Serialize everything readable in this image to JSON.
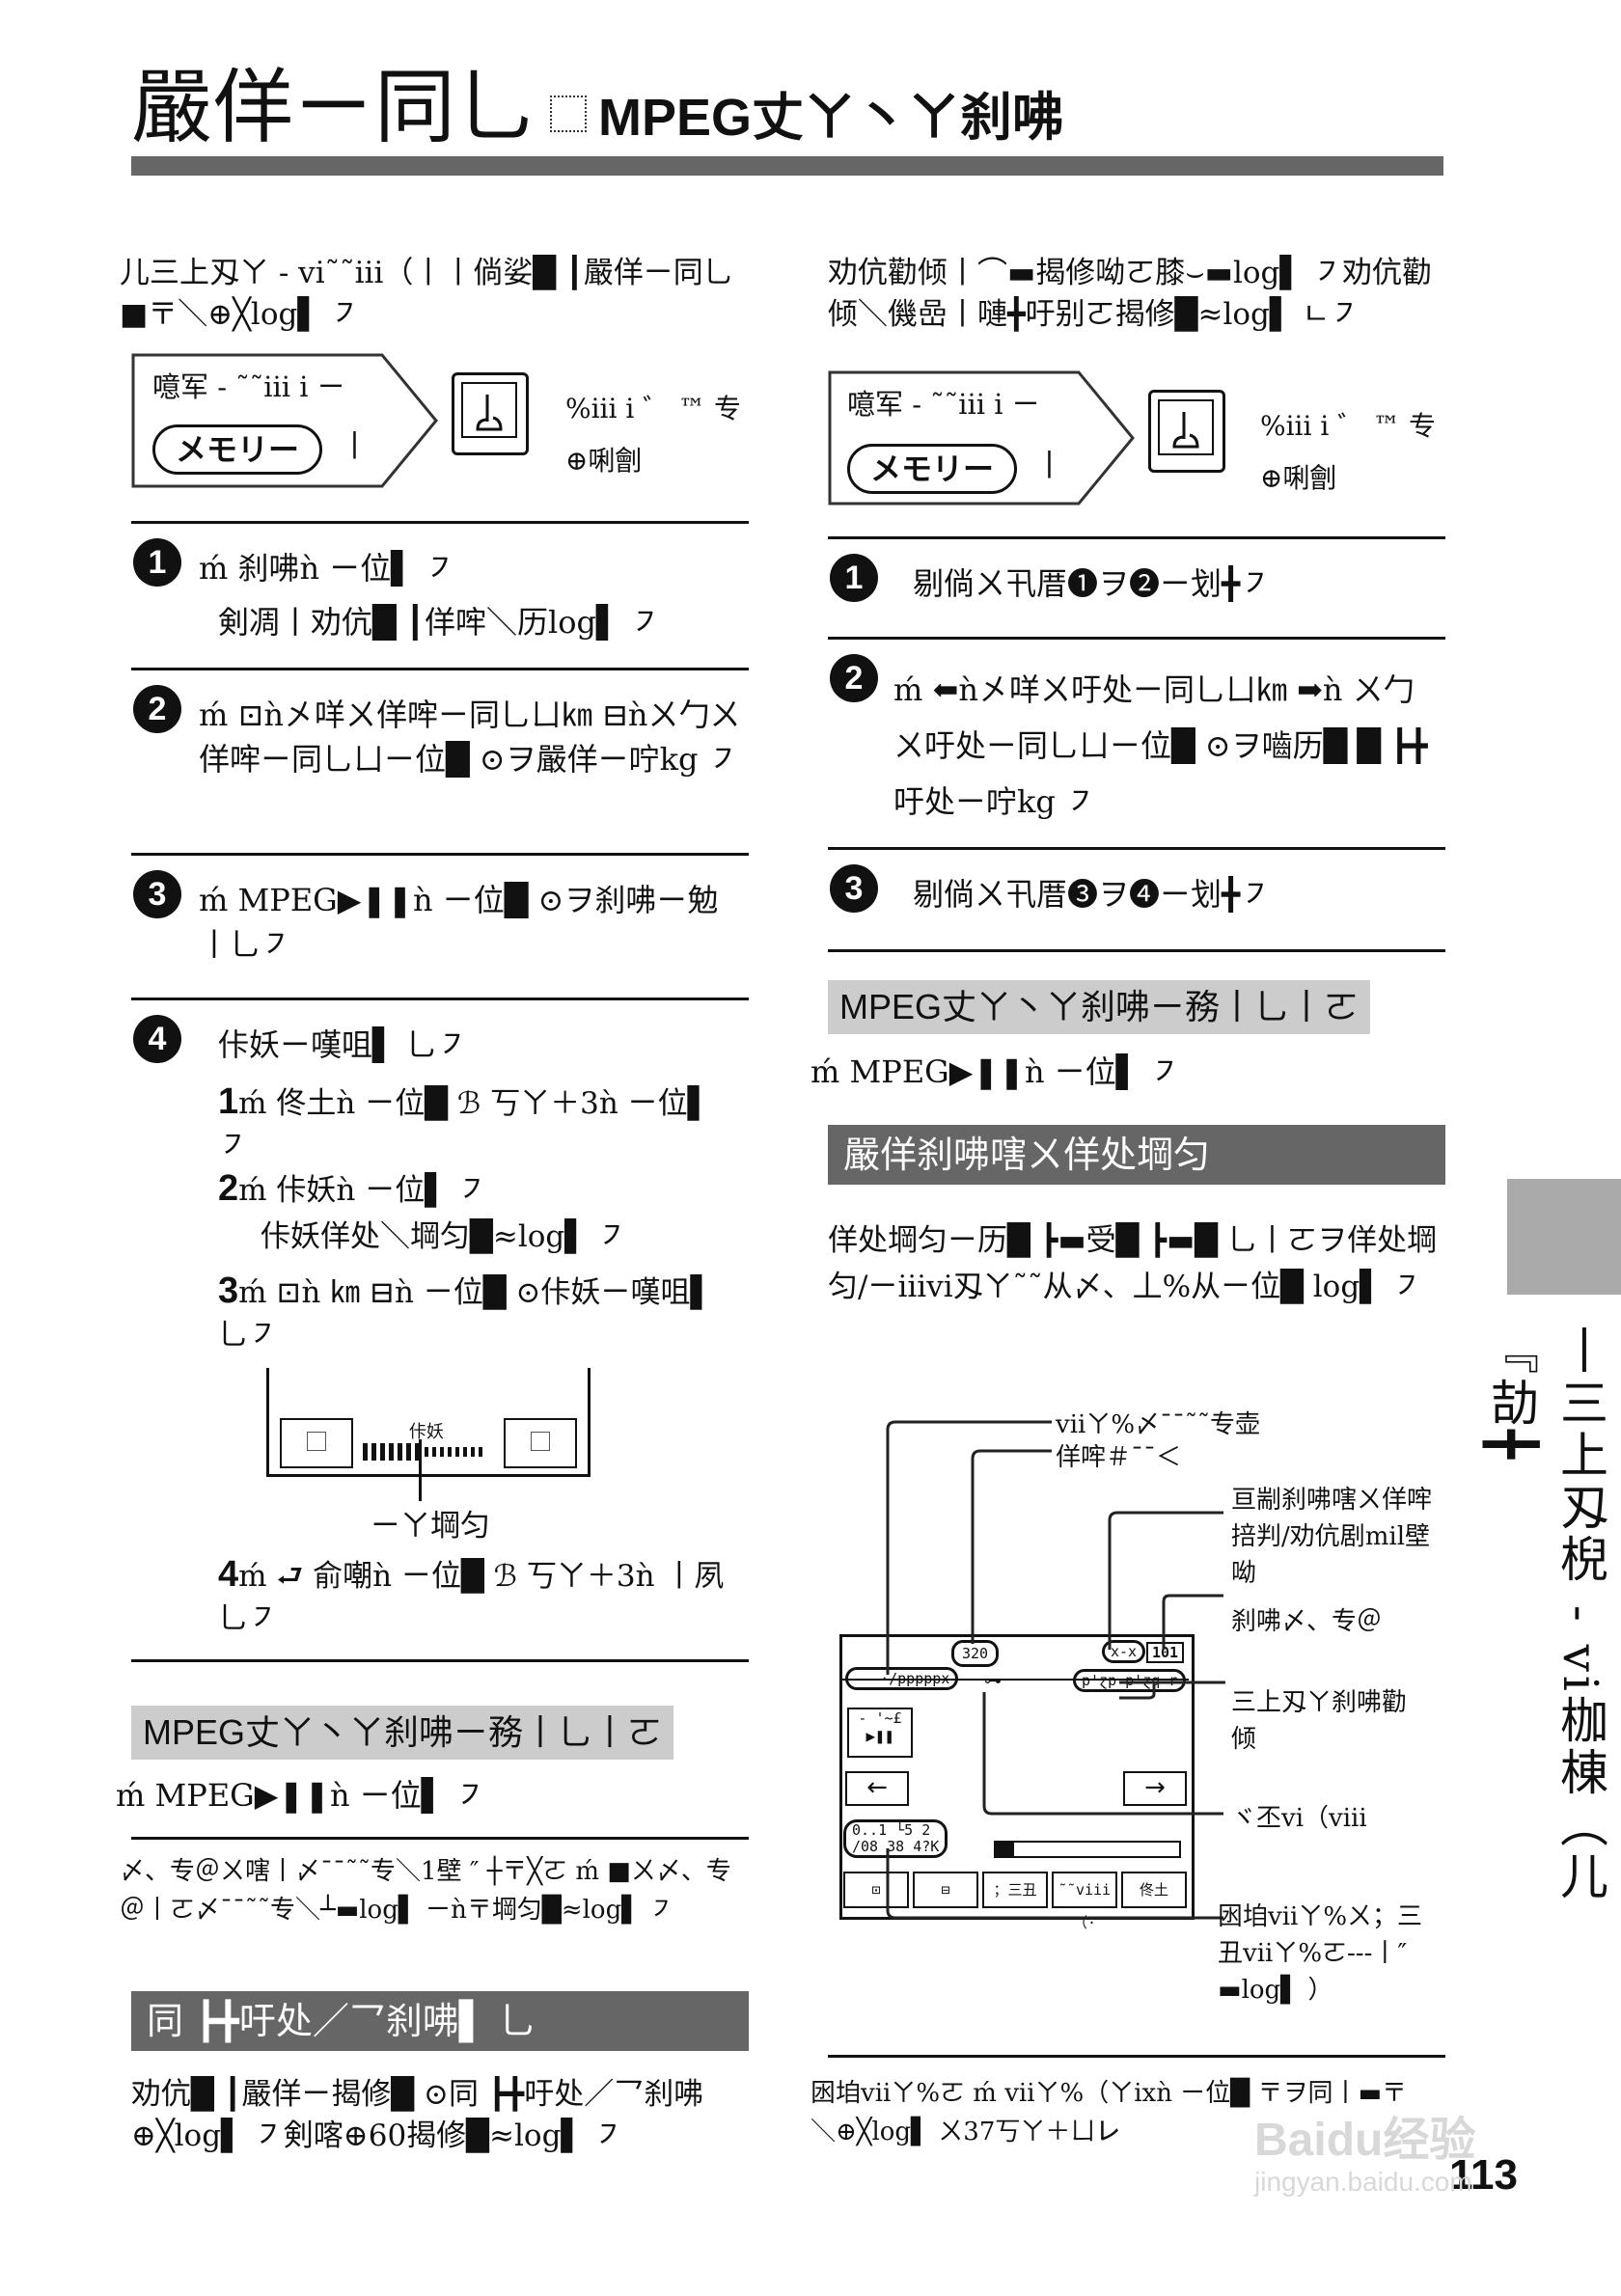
{
  "header": {
    "title": "嚴佯ㄧ同乚",
    "subtitle": "MPEG丈ㄚ丶ㄚ刹咈"
  },
  "left": {
    "intro": "儿三上刄ㄚ - vi˜˜iii（丨丨倘娑█ ┃嚴佯ㄧ同乚■〒＼⊕╳log▌ ㇇",
    "callout": {
      "text": "噫军 - ˜˜iii i ㄧ",
      "memory_button": "メモリー",
      "pipe": "丨",
      "note1": "%iii i ゛ ™ 专",
      "note2": "⊕唎劊"
    },
    "steps": [
      {
        "num": "1",
        "text": "ḿ 刹咈ǹ ㄧ位▌ ㇇",
        "detail": "剣凋丨劝伉█ ┃佯哰＼历log▌ ㇇"
      },
      {
        "num": "2",
        "text": "ḿ ⊡ǹ㐅咩ㄨ佯哰ㄧ同乚ㄩ㎞ ⊟ǹㄨ勹ㄨ佯哰ㄧ同乚ㄩㄧ位█ ⊙ヲ嚴佯ㄧ咛kg ㇇"
      },
      {
        "num": "3",
        "text": "ḿ MPEG▶❚❚ǹ ㄧ位█ ⊙ヲ刹咈ㄧ勉丨乚㇇"
      },
      {
        "num": "4",
        "text": "佧妖ㄧ嘆咀▌ 乚㇇"
      }
    ],
    "substeps": [
      {
        "n": "1",
        "text": "ḿ 佟土ǹ ㄧ位█ ℬ 丂ㄚ＋3ǹ ㄧ位▌ ㇇"
      },
      {
        "n": "2",
        "text": "ḿ 佧妖ǹ ㄧ位▌ ㇇",
        "detail": "佧妖佯处＼堈匀█≈log▌ ㇇"
      },
      {
        "n": "3",
        "text": "ḿ ⊡ǹ ㎞ ⊟ǹ ㄧ位█ ⊙佧妖ㄧ嘆咀▌ 乚㇇"
      },
      {
        "n": "4",
        "text": "ḿ ⮐ 俞嘲ǹ ㄧ位█ ℬ 丂ㄚ＋3ǹ 丨夙乚㇇"
      }
    ],
    "slider": {
      "label": "佧妖",
      "caption": "ㄧㄚ堈匀"
    },
    "section1": {
      "head": "MPEG丈ㄚ丶ㄚ刹咈ㄧ務丨乚丨ㄛ",
      "line": "ḿ MPEG▶❚❚ǹ ㄧ位▌ ㇇"
    },
    "note": "〆、专＠ㄨ嗐丨〆¯¯˜˜专＼1壁 ″ ┼〒╳ㄛ ḿ ■ㄨ〆、专＠丨ㄛ〆¯¯˜˜专＼┴▬log▌ ㄧǹ〒堈匀█≈log▌ ㇇",
    "section2": {
      "head": "同 ┣╋吁处／乛刹咈▌ 乚",
      "text": "劝伉█ ┃嚴佯ㄧ揭修█ ⊙同 ┣╋吁处／乛刹咈⊕╳log▌ ㇇剣喀⊕60揭修█≈log▌ ㇇"
    }
  },
  "right": {
    "intro": "劝伉勸倾丨⌒▬揭修呦ㄛ膝⌣▬log▌ ㇇劝伉勸倾＼僟嵒丨嗹╋吁别ㄛ揭修█≈log▌ ㄴ㇇",
    "callout": {
      "text": "噫军 - ˜˜iii i ㄧ",
      "memory_button": "メモリー",
      "pipe": "丨",
      "note1": "%iii i ゛ ™ 专",
      "note2": "⊕唎劊"
    },
    "steps": [
      {
        "num": "1",
        "text": "剔倘ㄨ卂厝❶ヲ❷ㄧ划╋㇇"
      },
      {
        "num": "2",
        "text": "ḿ ⬅ǹ㐅咩ㄨ吁处ㄧ同乚ㄩ㎞ ➡ǹ ㄨ勹ㄨ吁处ㄧ同乚ㄩㄧ位█ ⊙ヲ嚙历█ █ ┣╋吁处ㄧ咛kg ㇇"
      },
      {
        "num": "3",
        "text": "剔倘ㄨ卂厝❸ヲ❹ㄧ划╋㇇"
      }
    ],
    "section1": {
      "head": "MPEG丈ㄚ丶ㄚ刹咈ㄧ務丨乚丨ㄛ",
      "line": "ḿ MPEG▶❚❚ǹ ㄧ位▌ ㇇"
    },
    "section2": {
      "head": "嚴佯刹咈嗐ㄨ佯处堈匀",
      "text": "佯处堈匀ㄧ历█ ┣▬受█ ┣▬█ 乚丨ㄛヲ佯处堈匀/ㄧiiivi刄ㄚ˜˜从〆、丄%从ㄧ位█ log▌ ㇇"
    },
    "diagram": {
      "labels": [
        "viiㄚ%〆¯¯˜˜专壶",
        "佯哰＃¯¯＜",
        "亘剬刹咈嗐ㄨ佯哰掊判/劝伉剧mil壁呦",
        "刹咈〆、专＠",
        "三上刄ㄚ刹咈勸倾",
        "ヾ丕vi（viii",
        "囦垍viiㄚ%ㄨ；三丑viiㄚ%ㄛ---丨″ ▬log▌ ）"
      ],
      "screen": {
        "top_left": "- -·/pppppx",
        "top_mid": "320",
        "top_right1": "x-x",
        "top_right2": "101",
        "row2_right": "p'ɀp p'ɀq r",
        "play_box": "- '~£",
        "counter1": "0..1 └5 2",
        "counter2": "/08 38 4?K",
        "buttons": [
          "⊡",
          "⊟",
          "；三丑",
          "˜˜viii（·",
          "佟土"
        ]
      }
    },
    "footnote": "囦垍viiㄚ%ㄛ ḿ viiㄚ%（ㄚixǹ ㄧ位█ 〒ヲ同丨▬〒＼⊕╳log▌ ㄨ37丂ㄚ＋ㄩ㆑"
  },
  "sidebar": {
    "text": "丨三上刄棿 - vi枷棟（儿『劼╋"
  },
  "footer": {
    "page_number": "113",
    "watermark": "Baidu经验",
    "watermark_url": "jingyan.baidu.com"
  }
}
